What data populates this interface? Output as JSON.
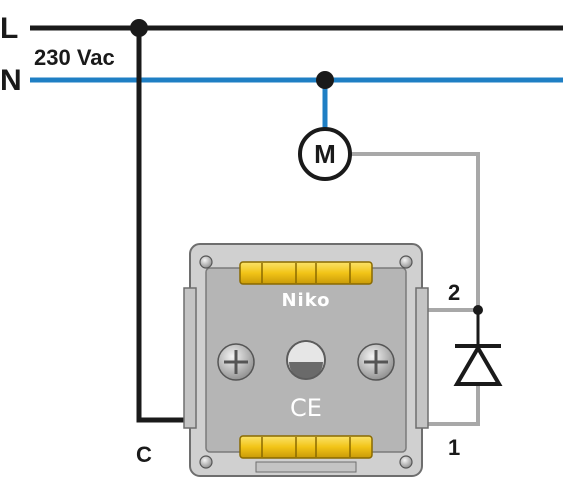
{
  "labels": {
    "line": "L",
    "neutral": "N",
    "voltage": "230 Vac",
    "motor": "M",
    "common": "C",
    "terminal_1": "1",
    "terminal_2": "2"
  },
  "device": {
    "brand": "Niko",
    "mark": "CE"
  },
  "colors": {
    "line_wire": "#1a1a1a",
    "neutral_wire": "#1f7fc4",
    "control_wire": "#a8a8a8",
    "device_frame": "#d0d0d0",
    "device_plate": "#b5b5b5",
    "terminal_yellow": "#f2c417"
  }
}
